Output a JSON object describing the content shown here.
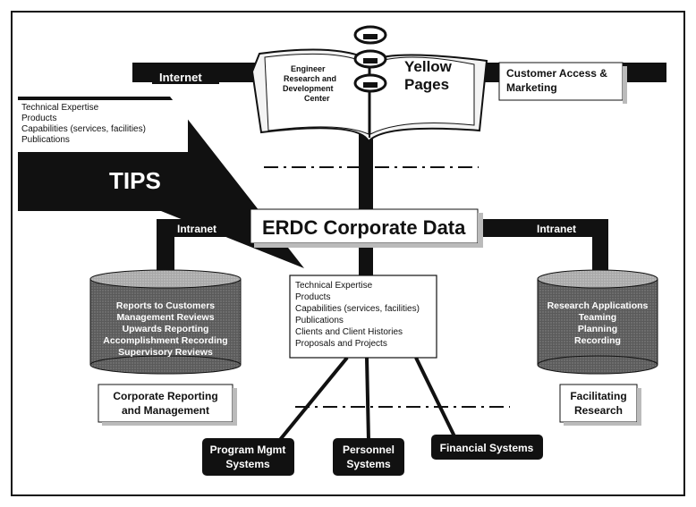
{
  "labels": {
    "internet": "Internet",
    "intranet_left": "Intranet",
    "intranet_right": "Intranet",
    "customer_access": [
      "Customer Access &",
      "Marketing"
    ],
    "yellow_pages": [
      "Yellow",
      "Pages"
    ],
    "book_text": [
      "Engineer",
      "Research and",
      "Development",
      "Center"
    ],
    "corporate_data": "ERDC Corporate Data",
    "tips": "TIPS",
    "tips_items": [
      "Technical Expertise",
      "Products",
      "Capabilities (services, facilities)",
      "Publications"
    ],
    "center_items": [
      "Technical Expertise",
      "Products",
      "Capabilities (services, facilities)",
      "Publications",
      "Clients and Client Histories",
      "Proposals and Projects"
    ],
    "left_db_items": [
      "Reports to Customers",
      "Management Reviews",
      "Upwards Reporting",
      "Accomplishment Recording",
      "Supervisory Reviews"
    ],
    "right_db_items": [
      "Research Applications",
      "Teaming",
      "Planning",
      "Recording"
    ],
    "left_caption": [
      "Corporate Reporting",
      "and Management"
    ],
    "right_caption": [
      "Facilitating",
      "Research"
    ],
    "program_mgmt": [
      "Program Mgmt",
      "Systems"
    ],
    "personnel": [
      "Personnel",
      "Systems"
    ],
    "financial": "Financial Systems"
  },
  "colors": {
    "black": "#111111",
    "db_fill": "#4a4a4a",
    "db_top": "#9a9a9a",
    "shadow": "#c8c8c8",
    "page": "#f4f4f4"
  }
}
